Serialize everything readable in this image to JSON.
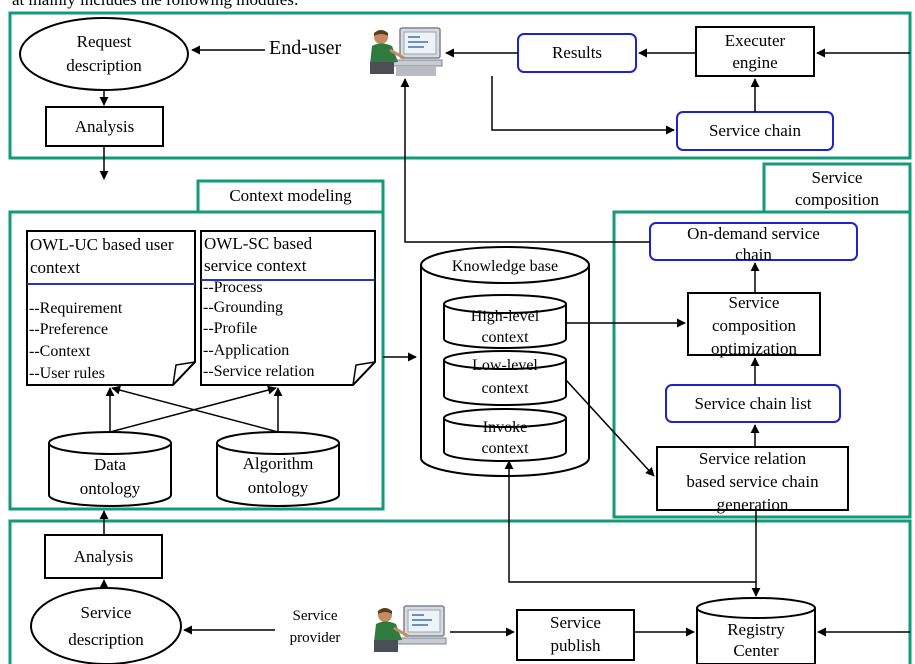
{
  "caption_fragment": "at mainly includes the following modules:",
  "top": {
    "request_description": [
      "Request",
      "description"
    ],
    "analysis": "Analysis",
    "end_user": "End-user",
    "results": "Results",
    "executer_engine": [
      "Executer",
      "engine"
    ],
    "service_chain": "Service chain"
  },
  "context_modeling": {
    "title": "Context modeling",
    "user_context": {
      "header": [
        "OWL-UC based user",
        "context"
      ],
      "items": [
        "--Requirement",
        "--Preference",
        "--Context",
        "--User rules"
      ]
    },
    "service_context": {
      "header": [
        "OWL-SC based",
        "service context"
      ],
      "items": [
        "--Process",
        "--Grounding",
        "--Profile",
        "--Application",
        "--Service relation"
      ]
    },
    "data_ontology": [
      "Data",
      "ontology"
    ],
    "algorithm_ontology": [
      "Algorithm",
      "ontology"
    ]
  },
  "knowledge_base": {
    "title": "Knowledge base",
    "high_level": [
      "High-level",
      "context"
    ],
    "low_level": [
      "Low-level",
      "context"
    ],
    "invoke": [
      "Invoke",
      "context"
    ]
  },
  "service_composition": {
    "title": [
      "Service",
      "composition"
    ],
    "on_demand": [
      "On-demand service",
      "chain"
    ],
    "optimization": [
      "Service",
      "composition",
      "optimization"
    ],
    "chain_list": "Service chain list",
    "generation": [
      "Service relation",
      "based service chain",
      "generation"
    ]
  },
  "bottom": {
    "analysis": "Analysis",
    "service_description": [
      "Service",
      "description"
    ],
    "service_provider": [
      "Service",
      "provider"
    ],
    "service_publish": [
      "Service",
      "publish"
    ],
    "registry_center": [
      "Registry",
      "Center"
    ]
  },
  "colors": {
    "frame_green": "#139a78",
    "blue_border": "#1f24c8",
    "separator_blue": "#2437b4",
    "black": "#000000"
  },
  "icons": [
    "end-user-computer-icon",
    "service-provider-computer-icon"
  ]
}
